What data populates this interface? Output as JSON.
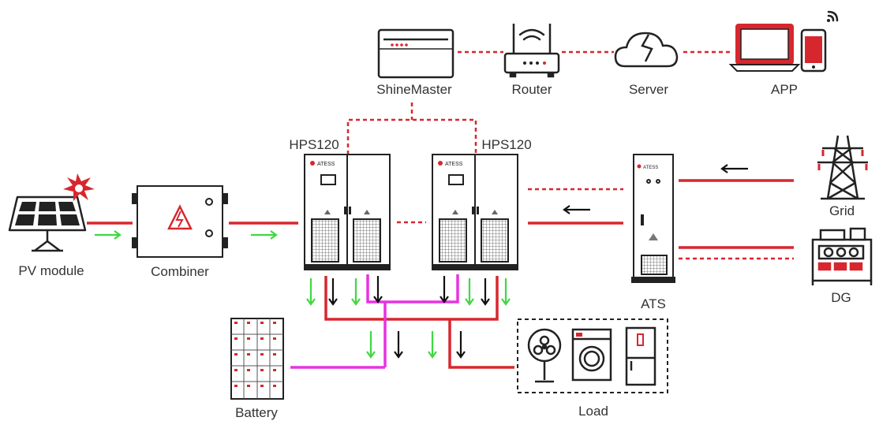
{
  "labels": {
    "shinemaster": "ShineMaster",
    "router": "Router",
    "server": "Server",
    "app": "APP",
    "hps_left": "HPS120",
    "hps_right": "HPS120",
    "pv_module": "PV module",
    "combiner": "Combiner",
    "grid": "Grid",
    "ats": "ATS",
    "dg": "DG",
    "battery": "Battery",
    "load": "Load"
  },
  "brand_mark": "ATESS",
  "colors": {
    "red": "#d7272e",
    "magenta": "#e832e0",
    "green": "#3fd83f",
    "black": "#111111",
    "device_outline": "#222222",
    "grey": "#8a8a8a"
  },
  "icons": [
    "solar-panel-icon",
    "sun-flare-icon",
    "combiner-box-icon",
    "inverter-cabinet-icon",
    "ats-cabinet-icon",
    "transmission-tower-icon",
    "generator-icon",
    "battery-rack-icon",
    "fan-icon",
    "washing-machine-icon",
    "refrigerator-icon",
    "datalogger-icon",
    "router-icon",
    "cloud-icon",
    "laptop-icon",
    "phone-icon",
    "wifi-icon"
  ]
}
